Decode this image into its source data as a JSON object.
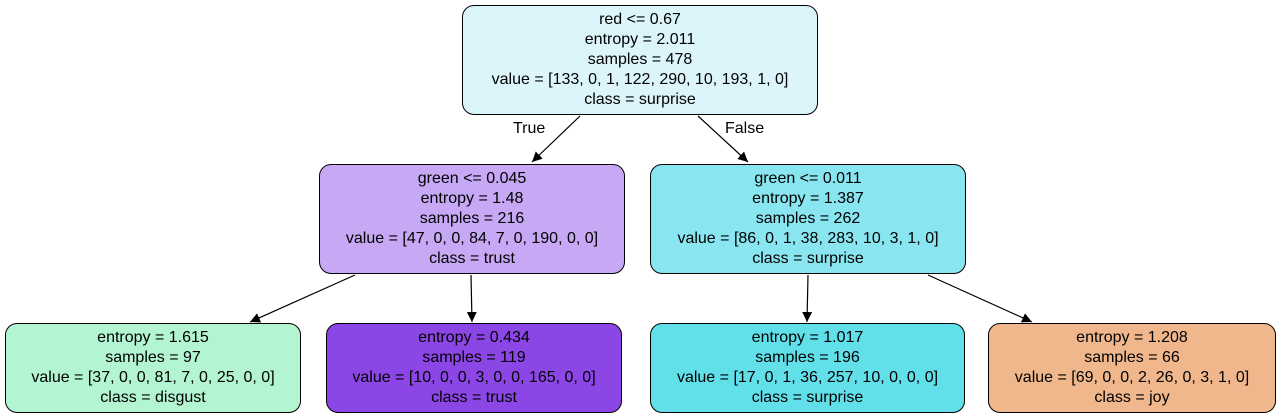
{
  "nodes": [
    {
      "id": "n0",
      "color": "#dcf5fb",
      "lines": [
        "red <= 0.67",
        "entropy = 2.011",
        "samples = 478",
        "value = [133, 0, 1, 122, 290, 10, 193, 1, 0]",
        "class = surprise"
      ]
    },
    {
      "id": "n1",
      "color": "#c7a8f4",
      "lines": [
        "green <= 0.045",
        "entropy = 1.48",
        "samples = 216",
        "value = [47, 0, 0, 84, 7, 0, 190, 0, 0]",
        "class = trust"
      ]
    },
    {
      "id": "n2",
      "color": "#89e6f0",
      "lines": [
        "green <= 0.011",
        "entropy = 1.387",
        "samples = 262",
        "value = [86, 0, 1, 38, 283, 10, 3, 1, 0]",
        "class = surprise"
      ]
    },
    {
      "id": "n3",
      "color": "#b3f5d1",
      "lines": [
        "entropy = 1.615",
        "samples = 97",
        "value = [37, 0, 0, 81, 7, 0, 25, 0, 0]",
        "class = disgust"
      ]
    },
    {
      "id": "n4",
      "color": "#8d46e6",
      "lines": [
        "entropy = 0.434",
        "samples = 119",
        "value = [10, 0, 0, 3, 0, 0, 165, 0, 0]",
        "class = trust"
      ]
    },
    {
      "id": "n5",
      "color": "#61e0ea",
      "lines": [
        "entropy = 1.017",
        "samples = 196",
        "value = [17, 0, 1, 36, 257, 10, 0, 0, 0]",
        "class = surprise"
      ]
    },
    {
      "id": "n6",
      "color": "#f0b78d",
      "lines": [
        "entropy = 1.208",
        "samples = 66",
        "value = [69, 0, 0, 2, 26, 0, 3, 1, 0]",
        "class = joy"
      ]
    }
  ],
  "edges": [
    {
      "from": "n0",
      "to": "n1",
      "label": "True"
    },
    {
      "from": "n0",
      "to": "n2",
      "label": "False"
    },
    {
      "from": "n1",
      "to": "n3",
      "label": ""
    },
    {
      "from": "n1",
      "to": "n4",
      "label": ""
    },
    {
      "from": "n2",
      "to": "n5",
      "label": ""
    },
    {
      "from": "n2",
      "to": "n6",
      "label": ""
    }
  ]
}
